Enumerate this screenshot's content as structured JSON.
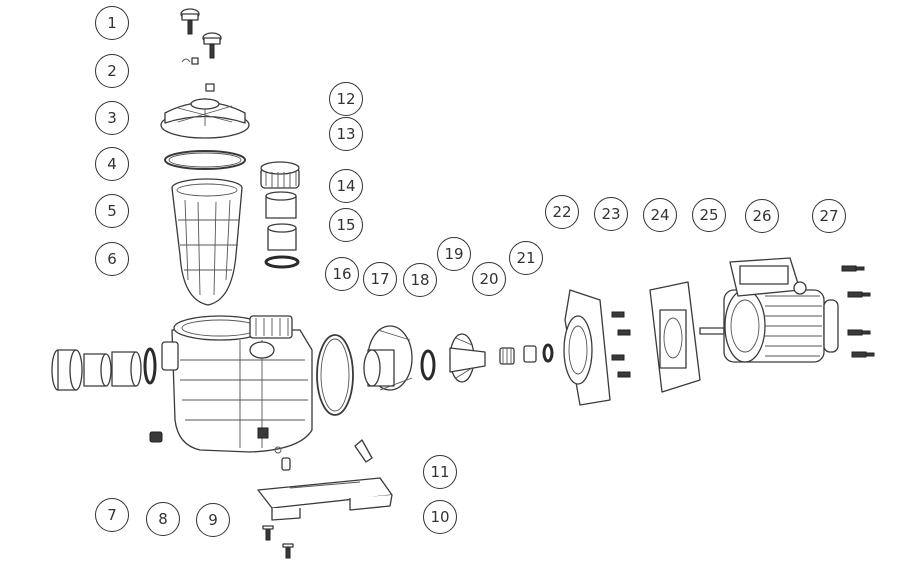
{
  "diagram": {
    "callouts": [
      {
        "id": "c1",
        "label": "1"
      },
      {
        "id": "c2",
        "label": "2"
      },
      {
        "id": "c3",
        "label": "3"
      },
      {
        "id": "c4",
        "label": "4"
      },
      {
        "id": "c5",
        "label": "5"
      },
      {
        "id": "c6",
        "label": "6"
      },
      {
        "id": "c7",
        "label": "7"
      },
      {
        "id": "c8",
        "label": "8"
      },
      {
        "id": "c9",
        "label": "9"
      },
      {
        "id": "c10",
        "label": "10"
      },
      {
        "id": "c11",
        "label": "11"
      },
      {
        "id": "c12",
        "label": "12"
      },
      {
        "id": "c13",
        "label": "13"
      },
      {
        "id": "c14",
        "label": "14"
      },
      {
        "id": "c15",
        "label": "15"
      },
      {
        "id": "c16",
        "label": "16"
      },
      {
        "id": "c17",
        "label": "17"
      },
      {
        "id": "c18",
        "label": "18"
      },
      {
        "id": "c19",
        "label": "19"
      },
      {
        "id": "c20",
        "label": "20"
      },
      {
        "id": "c21",
        "label": "21"
      },
      {
        "id": "c22",
        "label": "22"
      },
      {
        "id": "c23",
        "label": "23"
      },
      {
        "id": "c24",
        "label": "24"
      },
      {
        "id": "c25",
        "label": "25"
      },
      {
        "id": "c26",
        "label": "26"
      },
      {
        "id": "c27",
        "label": "27"
      }
    ],
    "colors": {
      "line": "#3a3a3a",
      "dark": "#2a2a2a",
      "background": "#ffffff"
    }
  }
}
